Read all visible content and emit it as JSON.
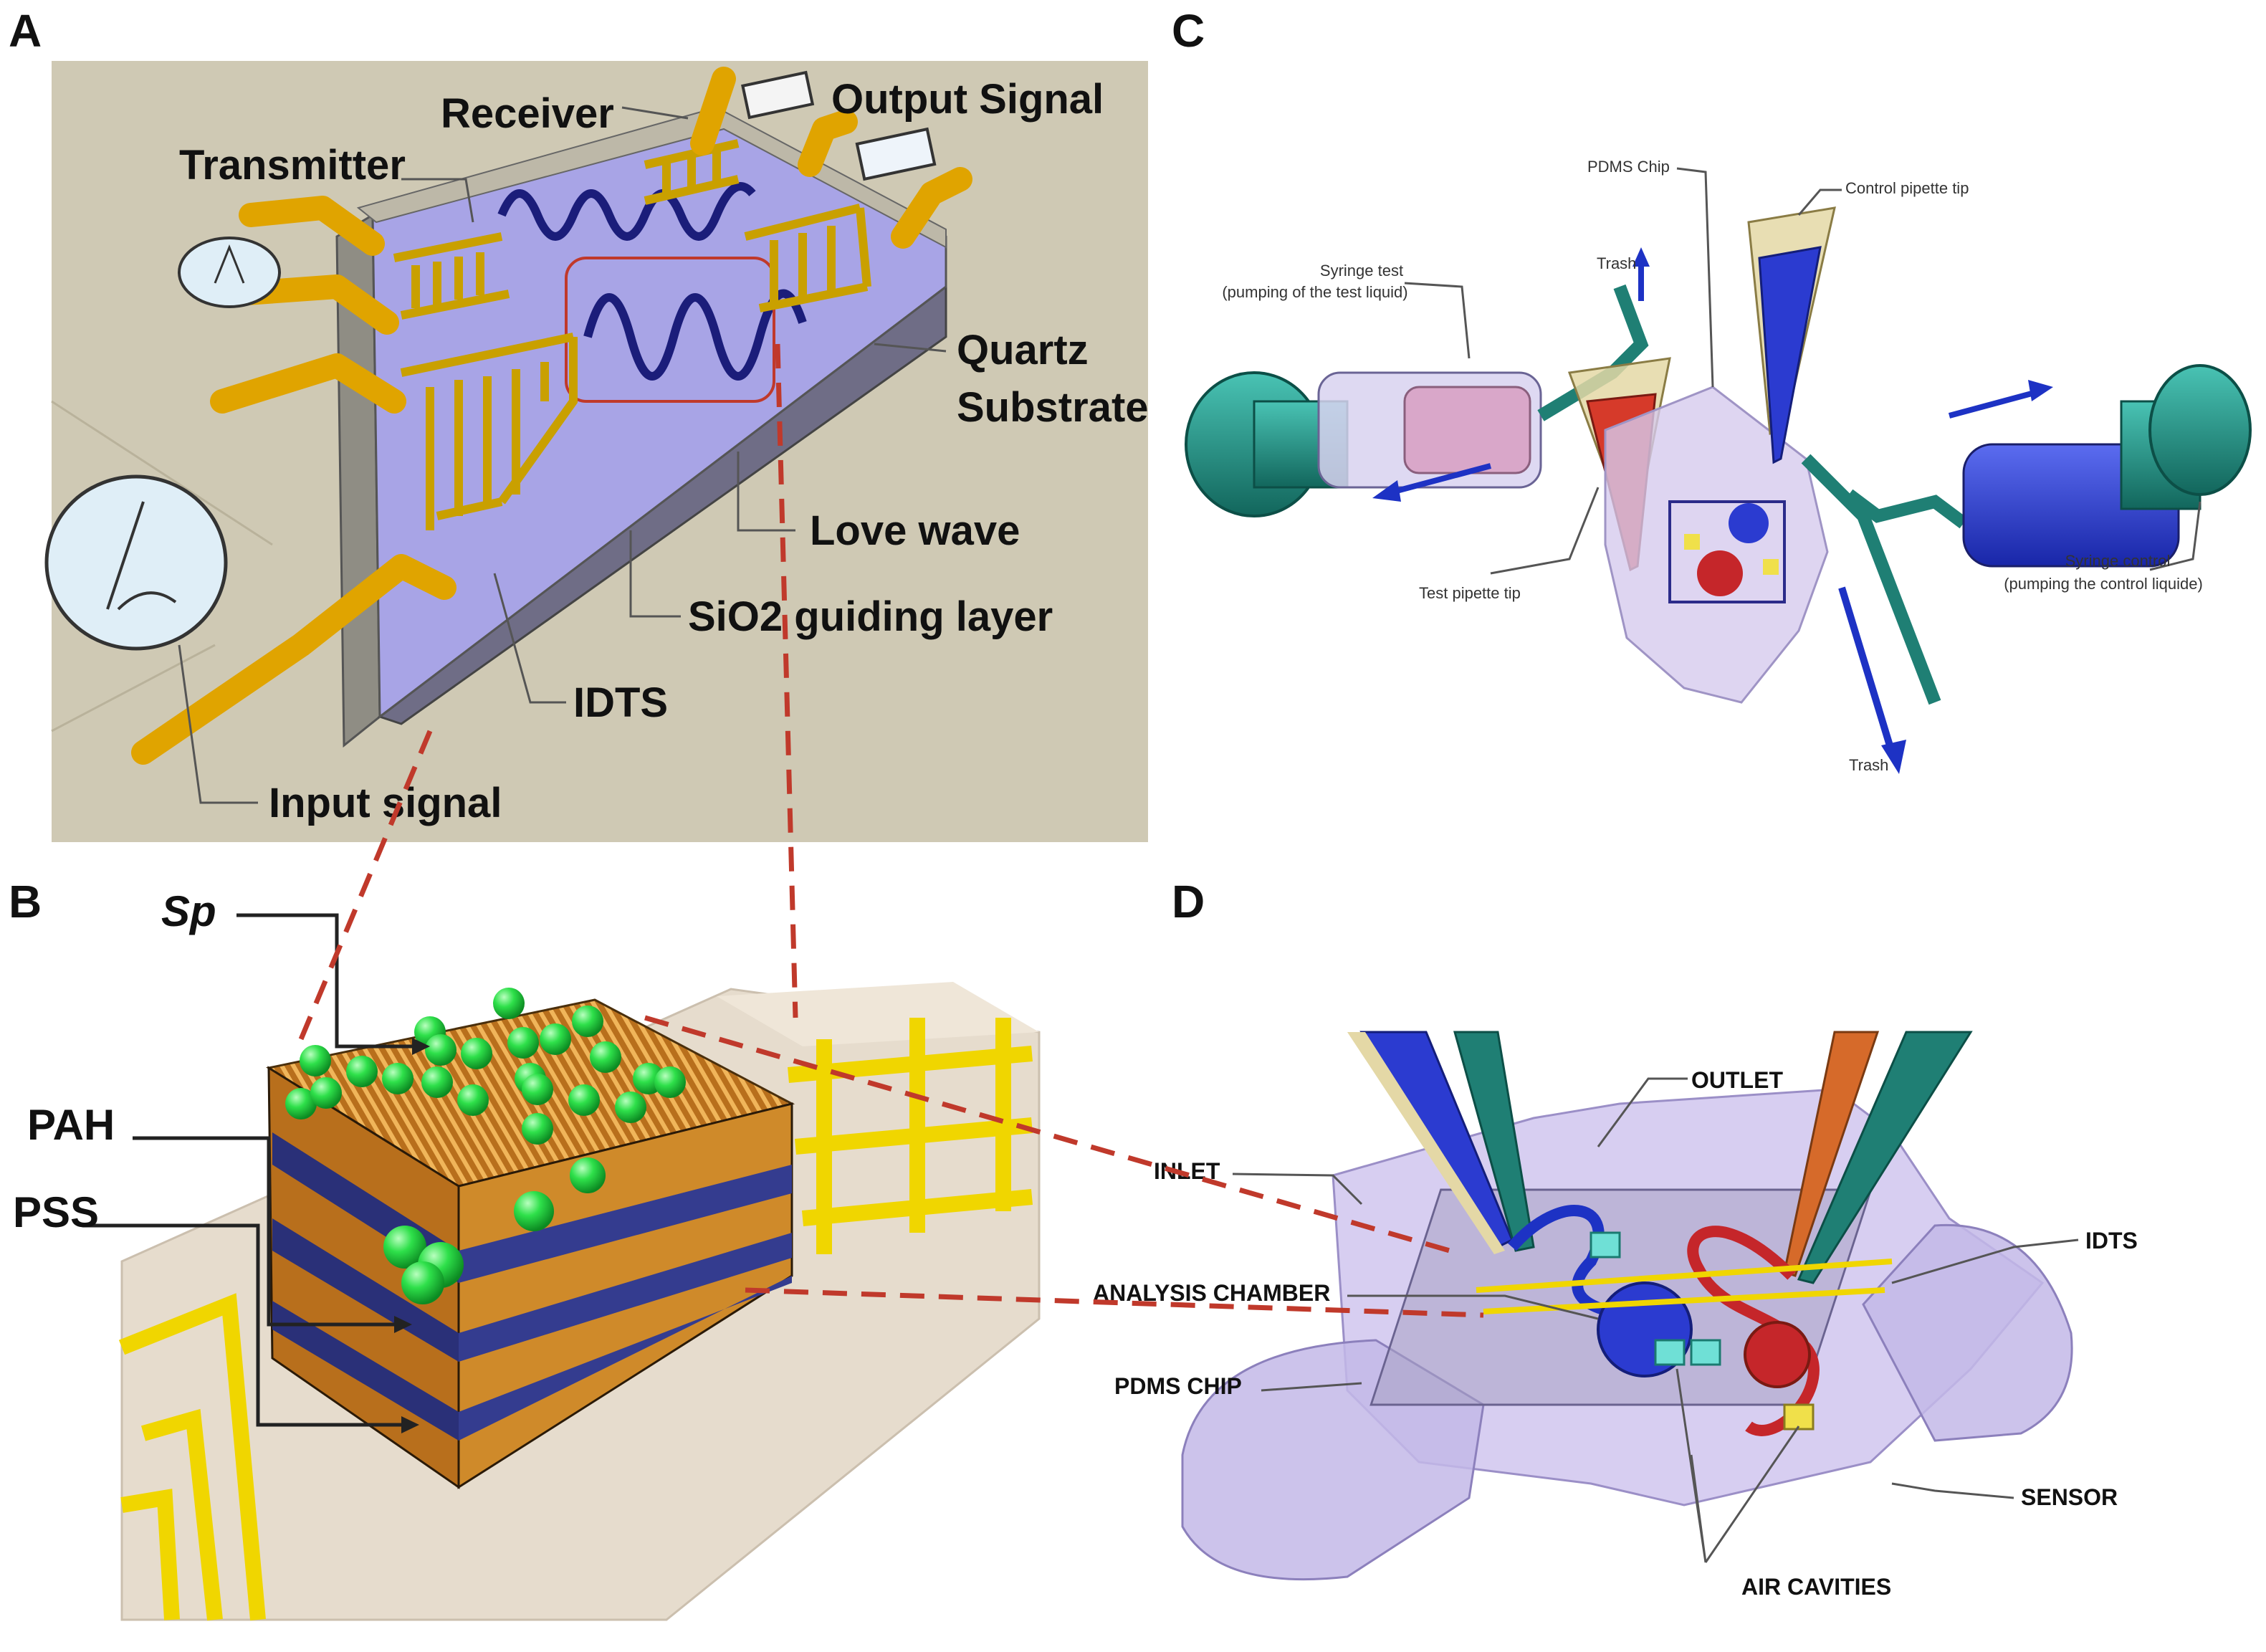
{
  "panels": {
    "a": {
      "letter": "A",
      "labels": {
        "receiver": "Receiver",
        "output_signal": "Output Signal",
        "transmitter": "Transmitter",
        "quartz_substrate_1": "Quartz",
        "quartz_substrate_2": "Substrate",
        "love_wave": "Love wave",
        "sio2_guiding_layer": "SiO2 guiding layer",
        "idts": "IDTS",
        "input_signal": "Input signal"
      }
    },
    "b": {
      "letter": "B",
      "labels": {
        "sp": "Sp",
        "pah": "PAH",
        "pss": "PSS"
      }
    },
    "c": {
      "letter": "C",
      "labels": {
        "pdms_chip": "PDMS Chip",
        "control_pipette_tip": "Control pipette tip",
        "trash_top": "Trash",
        "syringe_test_1": "Syringe test",
        "syringe_test_2": "(pumping of the test liquid)",
        "test_pipette_tip": "Test pipette tip",
        "syringe_control_1": "Syringe control",
        "syringe_control_2": "(pumping the control liquide)",
        "trash_bottom": "Trash"
      }
    },
    "d": {
      "letter": "D",
      "labels": {
        "outlet": "OUTLET",
        "inlet": "INLET",
        "idts": "IDTS",
        "analysis_chamber": "ANALYSIS CHAMBER",
        "pdms_chip": "PDMS CHIP",
        "sensor": "SENSOR",
        "air_cavities": "AIR CAVITIES"
      }
    }
  },
  "colors": {
    "panel_a_background": "#cfc9b4",
    "gold_electrode": "#e6b400",
    "guiding_layer": "#9c98dd",
    "pah_layer": "#d8902c",
    "pss_layer": "#343c8f",
    "sphere": "#2ee04a",
    "pdms": "#c9bde8",
    "connection_dash": "#c0392b",
    "teal_tube": "#1f7f74",
    "blue_channel": "#1d32c4",
    "red_channel": "#c5262a"
  }
}
